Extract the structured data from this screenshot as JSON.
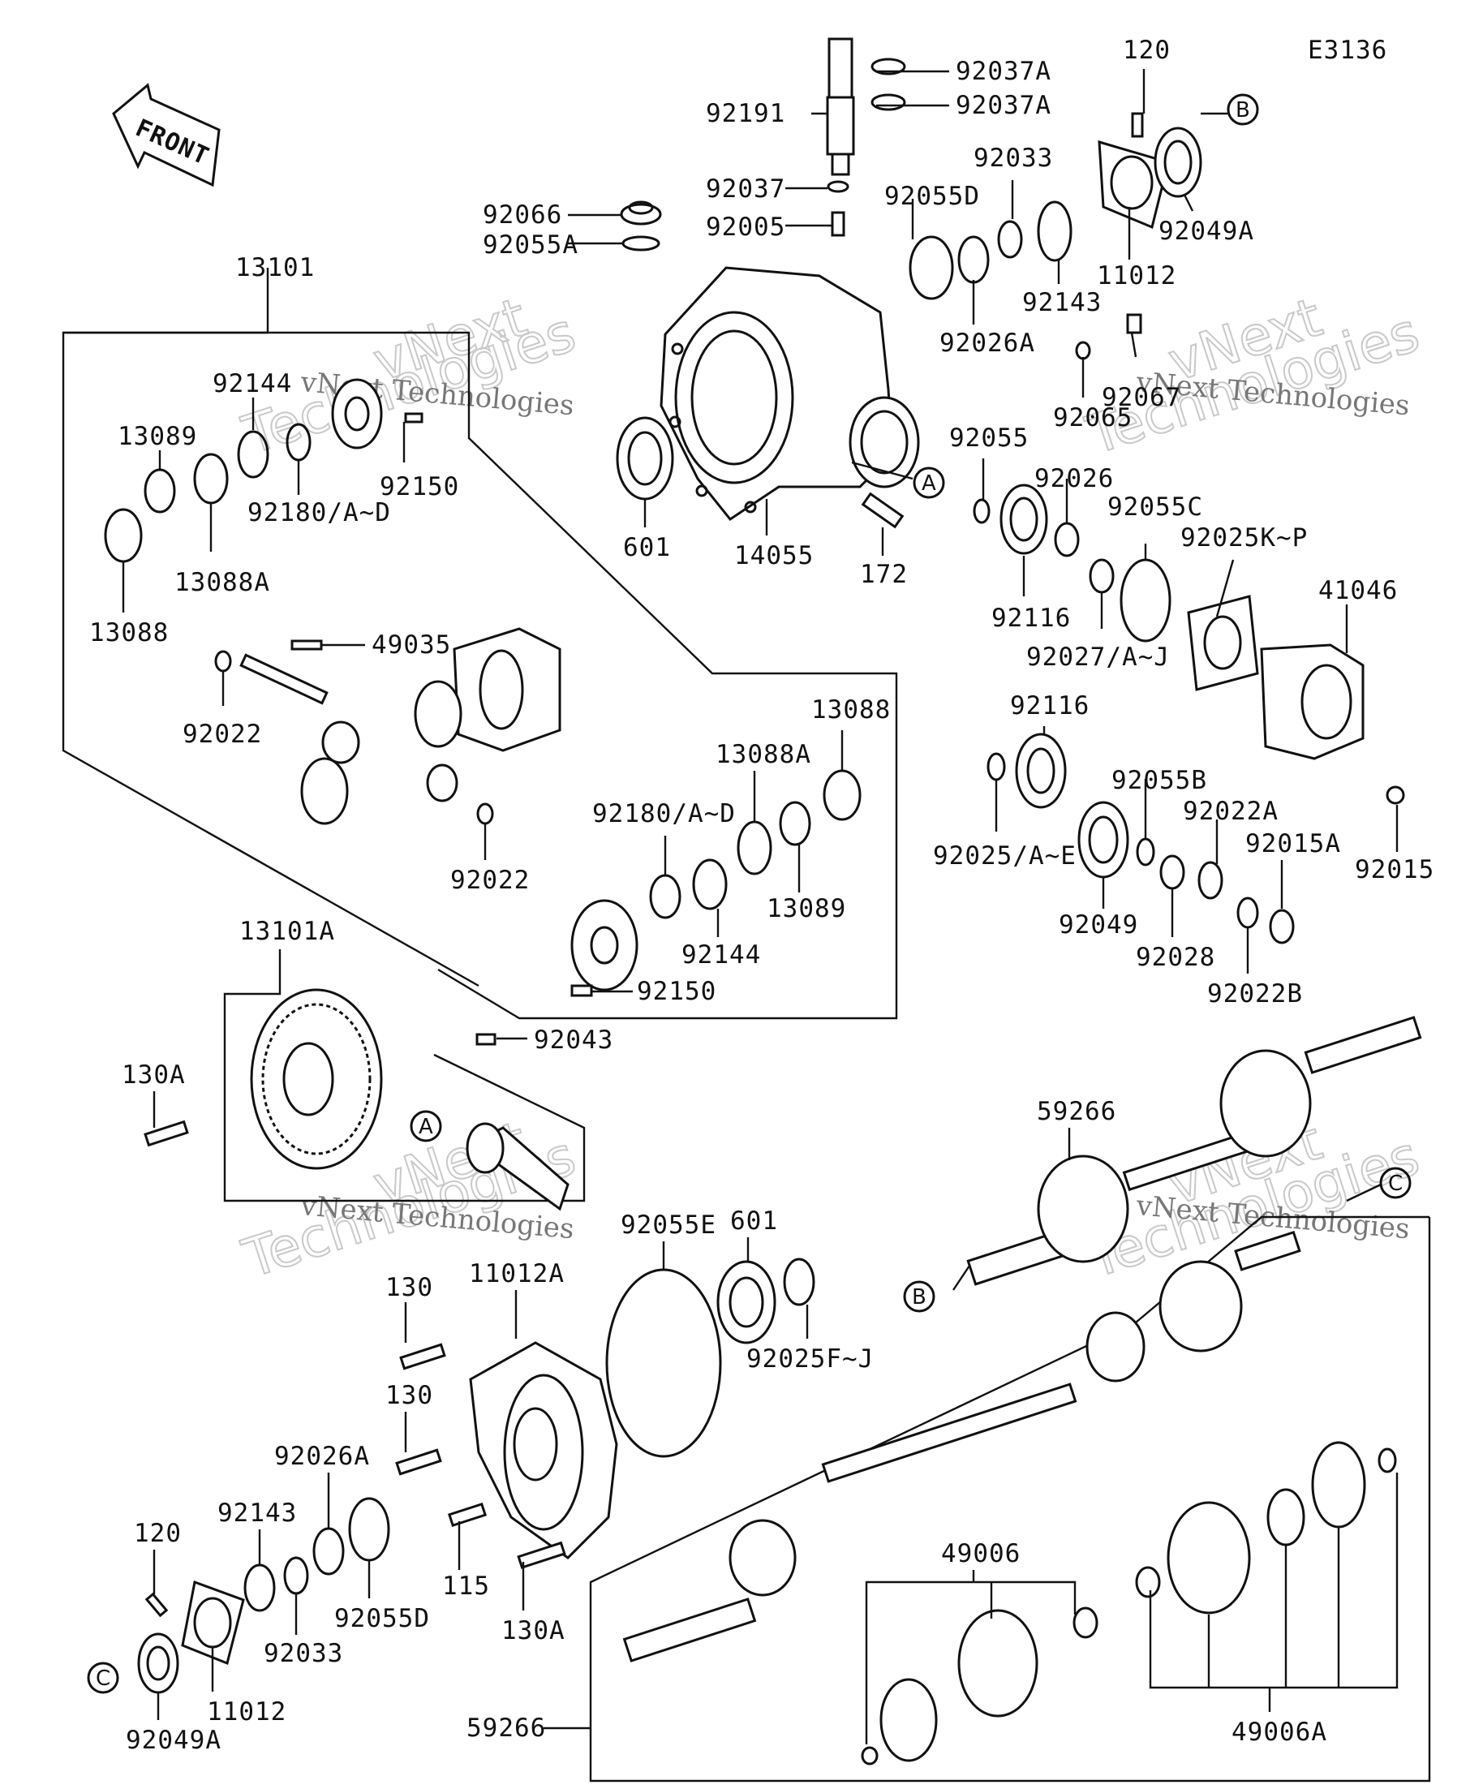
{
  "diagram_code": "E3136",
  "front_label": "FRONT",
  "watermark_line1": "vNext",
  "watermark_line2": "Technologies",
  "watermark_small": "vNext Technologies",
  "refs": {
    "A": "A",
    "B": "B",
    "C": "C"
  },
  "labels": [
    "92037A",
    "92037A",
    "92191",
    "92037",
    "92005",
    "92066",
    "92055A",
    "120",
    "11012",
    "92049A",
    "92033",
    "92143",
    "92055D",
    "92026A",
    "13101",
    "92144",
    "92150",
    "92180/A~D",
    "13089",
    "13088A",
    "13088",
    "49035",
    "92022",
    "92022",
    "601",
    "14055",
    "172",
    "92067",
    "92065",
    "92055",
    "92026",
    "92116",
    "92055C",
    "92027/A~J",
    "92025K~P",
    "41046",
    "92116",
    "92025/A~E",
    "92055B",
    "92022A",
    "92049",
    "92028",
    "92015A",
    "92015",
    "92022B",
    "13088",
    "13088A",
    "92180/A~D",
    "13089",
    "92144",
    "92150",
    "13101A",
    "92043",
    "130A",
    "59266",
    "92055E",
    "601",
    "92025F~J",
    "11012A",
    "130",
    "130",
    "92026A",
    "92143",
    "120",
    "115",
    "130A",
    "92055D",
    "92033",
    "92049A",
    "11012",
    "49006",
    "49006A",
    "59266"
  ]
}
